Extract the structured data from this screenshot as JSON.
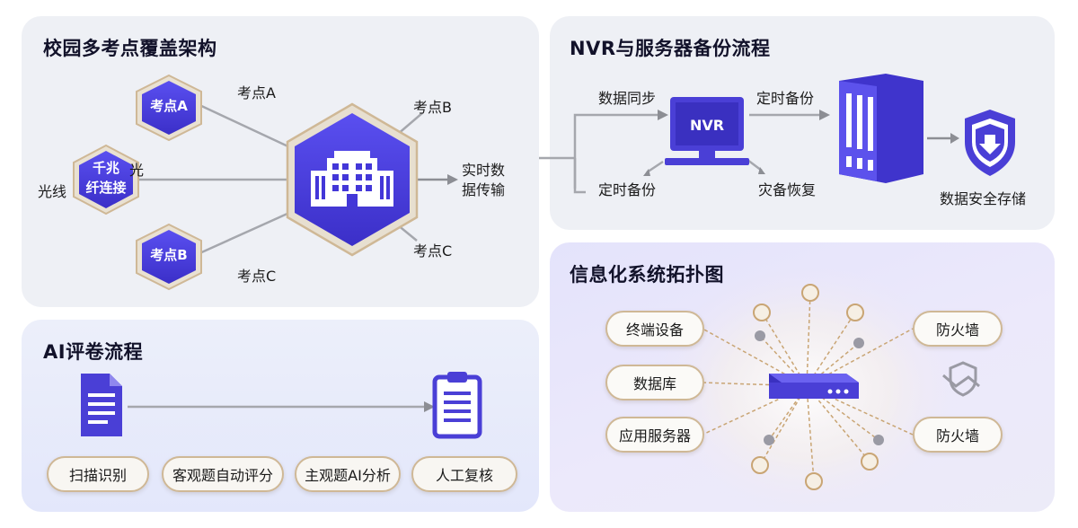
{
  "campus": {
    "title": "校园多考点覆盖架构",
    "hex_a": "考点A",
    "hex_b": "考点B",
    "hex_fiber_line1": "千兆",
    "hex_fiber_line2": "纤连接",
    "fiber_left": "光线",
    "fiber_right": "光",
    "line_a_top": "考点A",
    "line_b_top": "考点B",
    "line_c_bottom": "考点C",
    "line_c_left": "考点C",
    "output_line1": "实时数",
    "output_line2": "据传输"
  },
  "nvr": {
    "title": "NVR与服务器备份流程",
    "device": "NVR",
    "sync": "数据同步",
    "timed_backup_top": "定时备份",
    "timed_backup_bottom": "定时备份",
    "disaster_recovery": "灾备恢复",
    "secure_storage": "数据安全存储"
  },
  "ai": {
    "title": "AI评卷流程",
    "steps": [
      "扫描识别",
      "客观题自动评分",
      "主观题AI分析",
      "人工复核"
    ]
  },
  "topology": {
    "title": "信息化系统拓扑图",
    "left_nodes": [
      "终端设备",
      "数据库",
      "应用服务器"
    ],
    "right_nodes": [
      "防火墙",
      "防火墙"
    ]
  },
  "colors": {
    "accent": "#4a3fd6",
    "accent_dark": "#3a30c0",
    "pill_border": "#cfb896",
    "line_gray": "#a5a7ad"
  }
}
